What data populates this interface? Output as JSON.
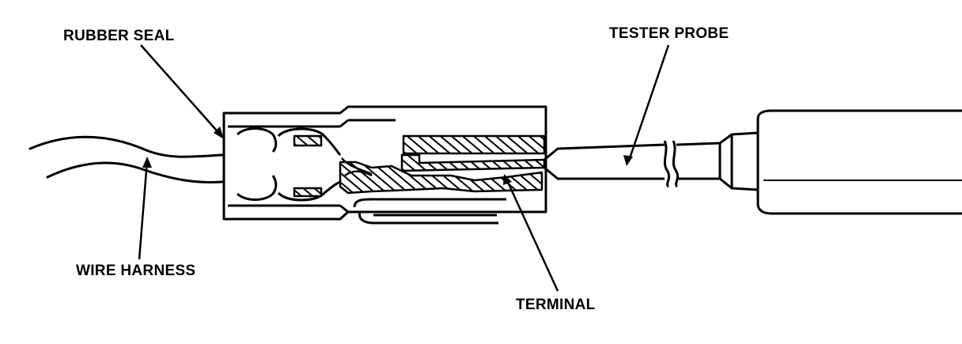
{
  "labels": {
    "rubber_seal": "RUBBER SEAL",
    "tester_probe": "TESTER PROBE",
    "wire_harness": "WIRE HARNESS",
    "terminal": "TERMINAL"
  },
  "colors": {
    "ink": "#000000",
    "paper": "#ffffff"
  }
}
